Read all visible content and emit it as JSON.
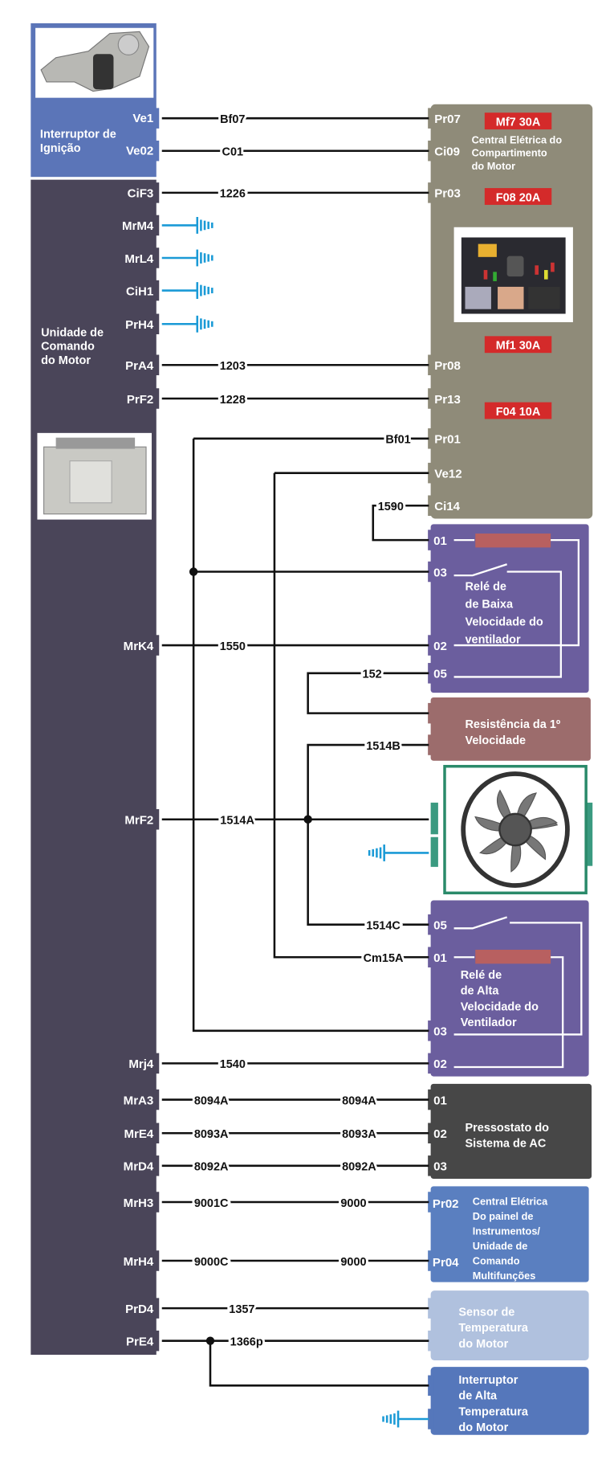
{
  "colors": {
    "ignition": "#5b75b8",
    "ecu": "#4a4559",
    "central": "#8f8b79",
    "relay": "#6b5e9e",
    "resistor": "#9c6c6c",
    "fuse": "#d42a2a",
    "fan_border": "#2a8a6a",
    "pressostat": "#474747",
    "panel": "#5a7fc0",
    "sensor": "#b0c1de",
    "temp_switch": "#5577bb",
    "ground": "#1a9ad6",
    "wire": "#111111"
  },
  "components": {
    "ignition": {
      "label": [
        "Interruptor de",
        "Ignição"
      ],
      "pins": [
        "Ve1",
        "Ve02"
      ]
    },
    "ecu": {
      "label": [
        "Unidade de",
        "Comando",
        "do Motor"
      ],
      "pins": [
        "CiF3",
        "MrM4",
        "MrL4",
        "CiH1",
        "PrH4",
        "PrA4",
        "PrF2",
        "MrK4",
        "MrF2",
        "Mrj4",
        "MrA3",
        "MrE4",
        "MrD4",
        "MrH3",
        "MrH4",
        "PrD4",
        "PrE4"
      ]
    },
    "central": {
      "label": [
        "Central Elétrica do",
        "Compartimento",
        "do Motor"
      ],
      "pins": [
        "Pr07",
        "Ci09",
        "Pr03",
        "Pr08",
        "Pr13",
        "Pr01",
        "Ve12",
        "Ci14"
      ],
      "fuses": [
        "Mf7 30A",
        "F08 20A",
        "Mf1 30A",
        "F04 10A"
      ]
    },
    "relay_low": {
      "label": [
        "Relé de",
        "de Baixa",
        "Velocidade do",
        "ventilador"
      ],
      "pins": [
        "01",
        "03",
        "02",
        "05"
      ]
    },
    "resistor": {
      "label": [
        "Resistência da 1º",
        "Velocidade"
      ]
    },
    "relay_high": {
      "label": [
        "Relé de",
        "de Alta",
        "Velocidade do",
        "Ventilador"
      ],
      "pins": [
        "05",
        "01",
        "03",
        "02"
      ]
    },
    "pressostat": {
      "label": [
        "Pressostato do",
        "Sistema de AC"
      ],
      "pins": [
        "01",
        "02",
        "03"
      ]
    },
    "panel": {
      "label": [
        "Central Elétrica",
        "Do painel de",
        "Instrumentos/",
        "Unidade de",
        "Comando",
        "Multifunções"
      ],
      "pins": [
        "Pr02",
        "Pr04"
      ]
    },
    "temp_sensor": {
      "label": [
        "Sensor de",
        "Temperatura",
        "do Motor"
      ]
    },
    "temp_switch": {
      "label": [
        "Interruptor",
        "de Alta",
        "Temperatura",
        "do Motor"
      ]
    }
  },
  "wires": {
    "bf07": "Bf07",
    "c01": "C01",
    "w1226": "1226",
    "w1203": "1203",
    "w1228": "1228",
    "bf01": "Bf01",
    "w1590": "1590",
    "w1550": "1550",
    "w152": "152",
    "w1514b": "1514B",
    "w1514a": "1514A",
    "w1514c": "1514C",
    "cm15a": "Cm15A",
    "w1540": "1540",
    "w8094a_1": "8094A",
    "w8094a_2": "8094A",
    "w8093a_1": "8093A",
    "w8093a_2": "8093A",
    "w8092a_1": "8092A",
    "w8092a_2": "8092A",
    "w9001c": "9001C",
    "w9000_1": "9000",
    "w9000c": "9000C",
    "w9000_2": "9000",
    "w1357": "1357",
    "w1366p": "1366p"
  },
  "icons": [
    "ground-icon",
    "ignition-switch-photo",
    "ecu-photo",
    "fuse-box-photo",
    "fan-photo",
    "relay-switch-icon",
    "relay-coil-icon"
  ]
}
